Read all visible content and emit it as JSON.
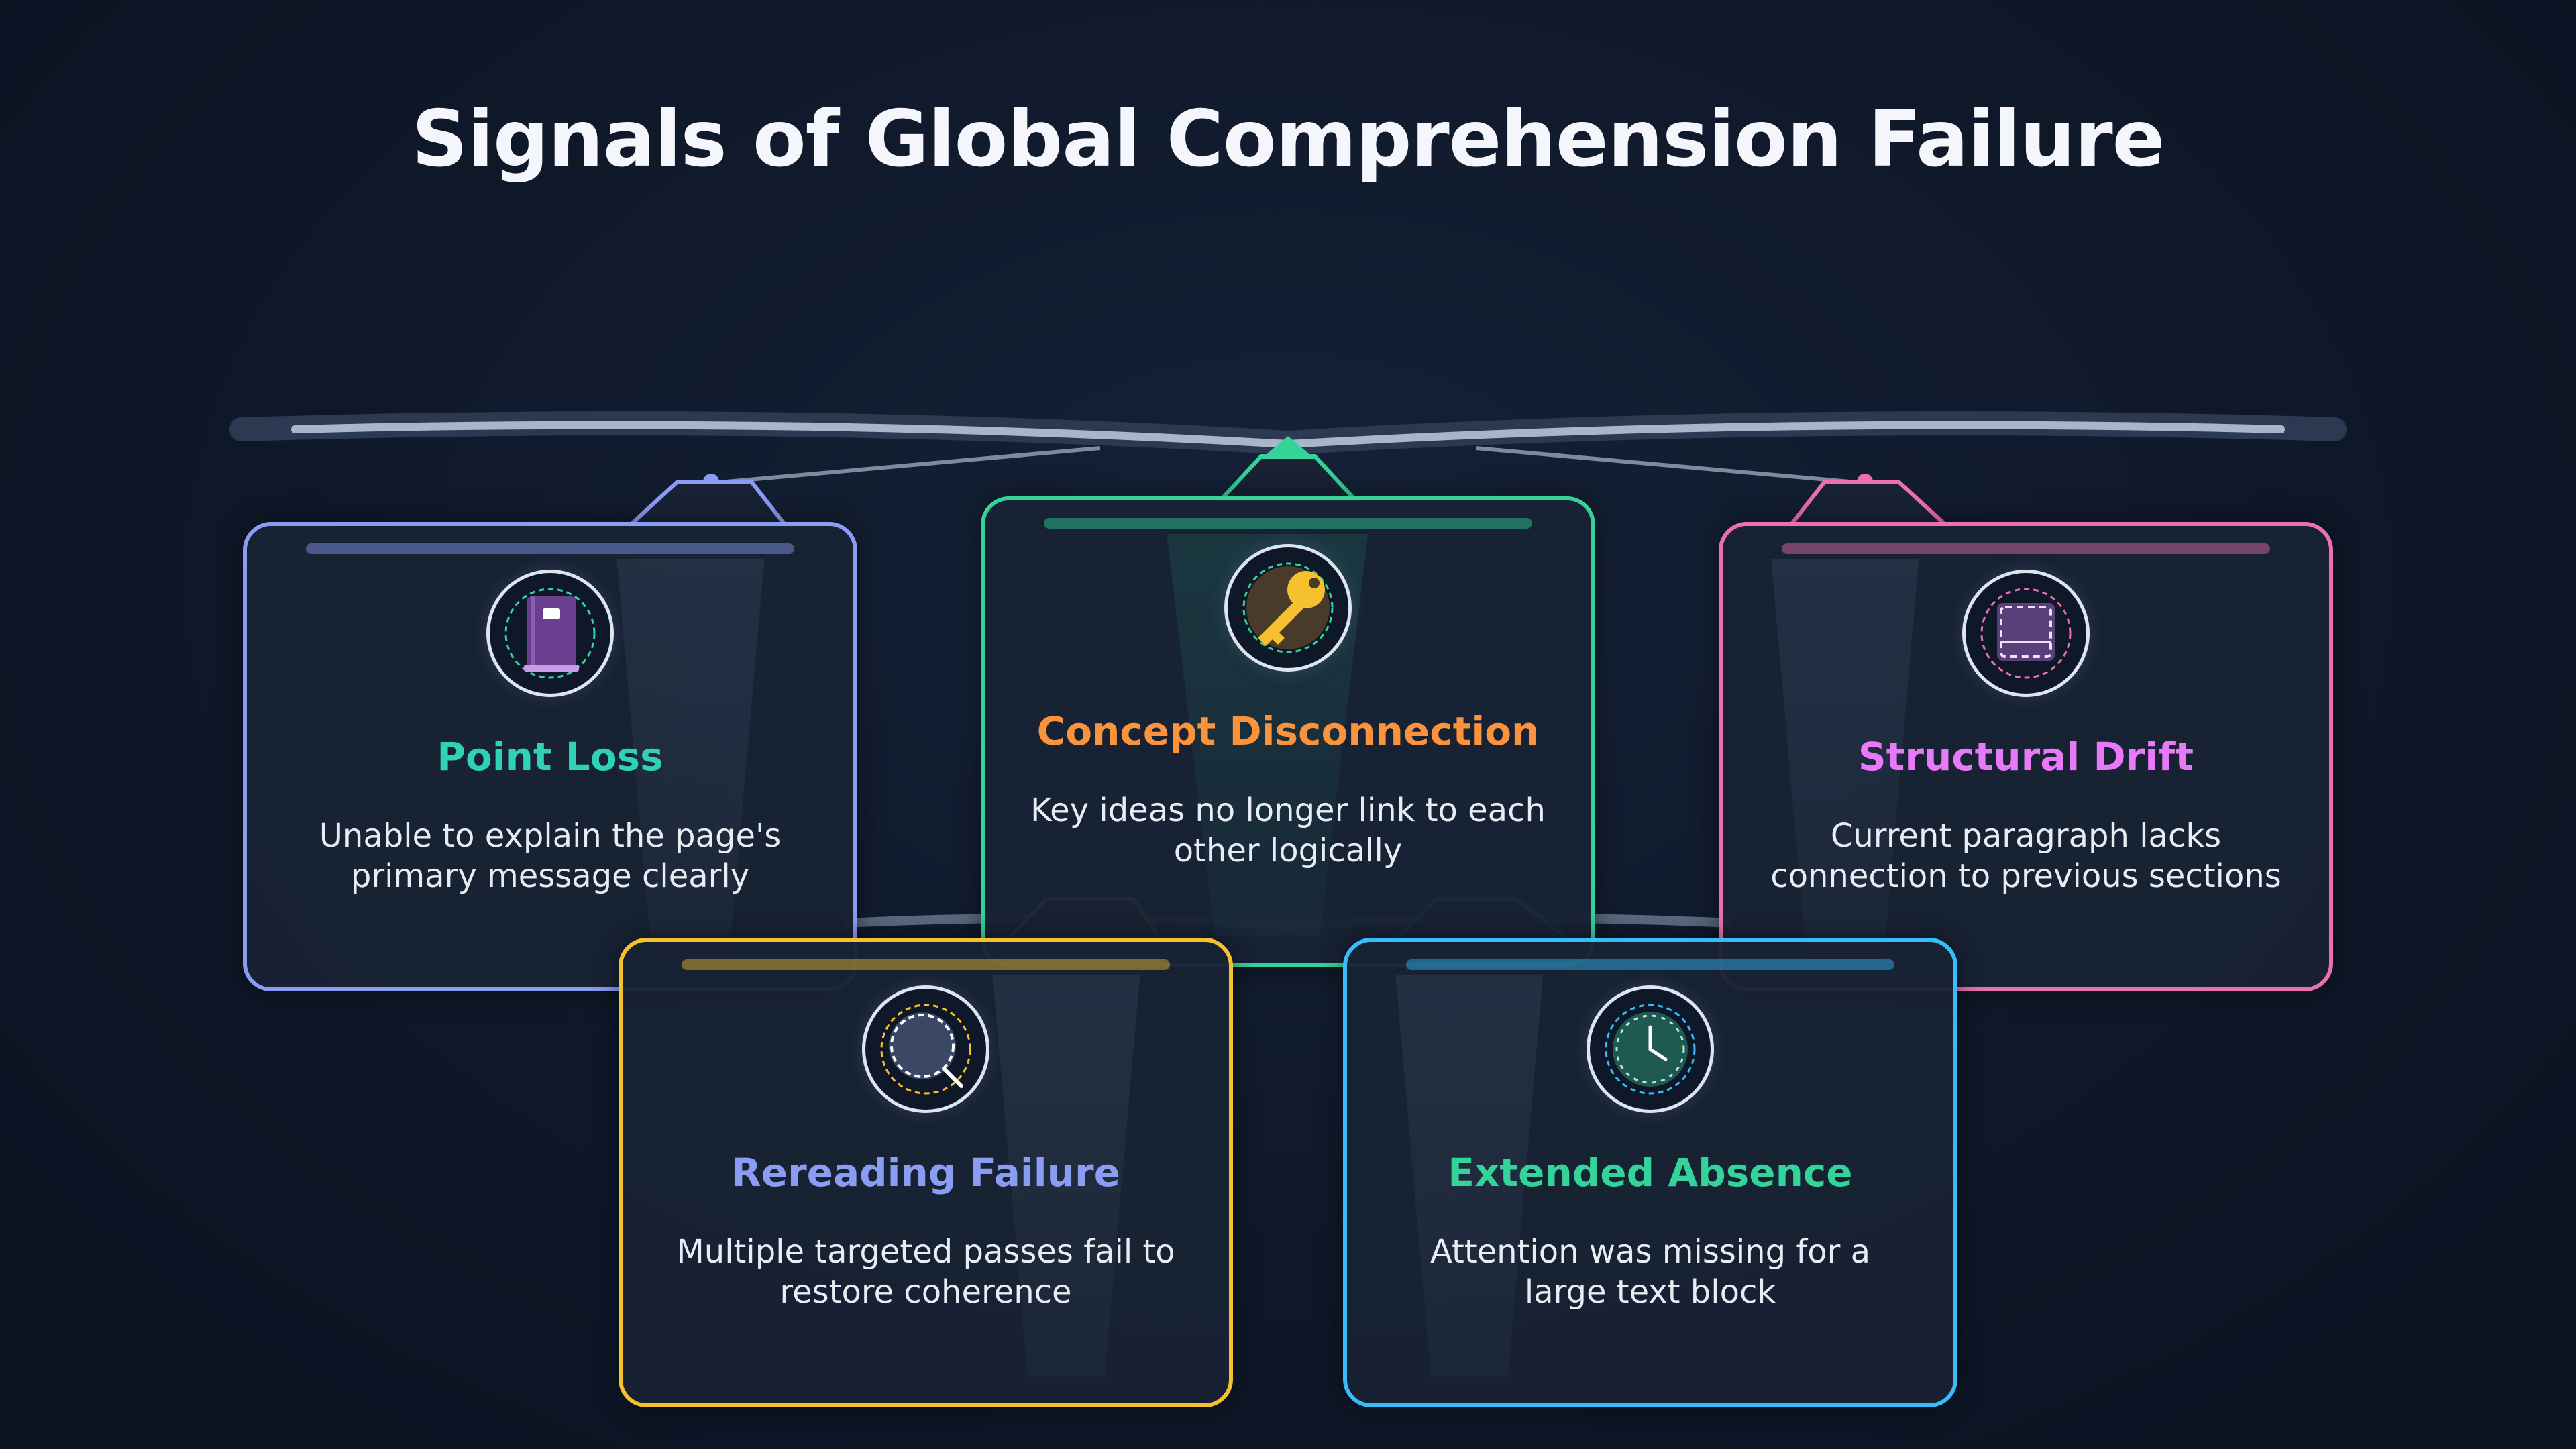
{
  "title": "Signals of Global Comprehension Failure",
  "cards": [
    {
      "label": "Point Loss",
      "description": "Unable to explain the page's primary message clearly",
      "icon": "notebook-icon",
      "border_color": "#8b9cf3",
      "label_color": "#2ed3b7"
    },
    {
      "label": "Concept Disconnection",
      "description": "Key ideas no longer link to each other logically",
      "icon": "key-icon",
      "border_color": "#34d399",
      "label_color": "#fb923c"
    },
    {
      "label": "Structural Drift",
      "description": "Current paragraph lacks connection to previous sections",
      "icon": "dashed-square-icon",
      "border_color": "#ec6fb0",
      "label_color": "#e879f9"
    },
    {
      "label": "Rereading Failure",
      "description": "Multiple targeted passes fail to restore coherence",
      "icon": "magnifier-icon",
      "border_color": "#f5c12e",
      "label_color": "#8b9cf3"
    },
    {
      "label": "Extended Absence",
      "description": "Attention was missing for a large text block",
      "icon": "clock-icon",
      "border_color": "#38bdf8",
      "label_color": "#34d399"
    }
  ]
}
